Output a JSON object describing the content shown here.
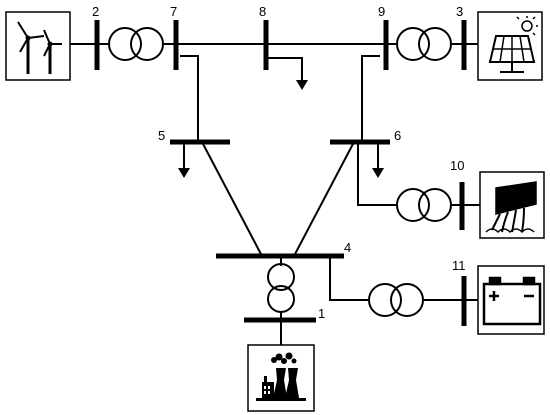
{
  "buses": [
    {
      "id": "bus-1",
      "label": "1"
    },
    {
      "id": "bus-2",
      "label": "2"
    },
    {
      "id": "bus-3",
      "label": "3"
    },
    {
      "id": "bus-4",
      "label": "4"
    },
    {
      "id": "bus-5",
      "label": "5"
    },
    {
      "id": "bus-6",
      "label": "6"
    },
    {
      "id": "bus-7",
      "label": "7"
    },
    {
      "id": "bus-8",
      "label": "8"
    },
    {
      "id": "bus-9",
      "label": "9"
    },
    {
      "id": "bus-10",
      "label": "10"
    },
    {
      "id": "bus-11",
      "label": "11"
    }
  ],
  "sources": {
    "wind": "wind-turbines-icon",
    "solar": "solar-panel-icon",
    "hydro": "hydro-dam-icon",
    "battery": "battery-icon",
    "thermal": "thermal-power-plant-icon"
  },
  "colors": {
    "line": "#000000",
    "background": "#ffffff"
  }
}
